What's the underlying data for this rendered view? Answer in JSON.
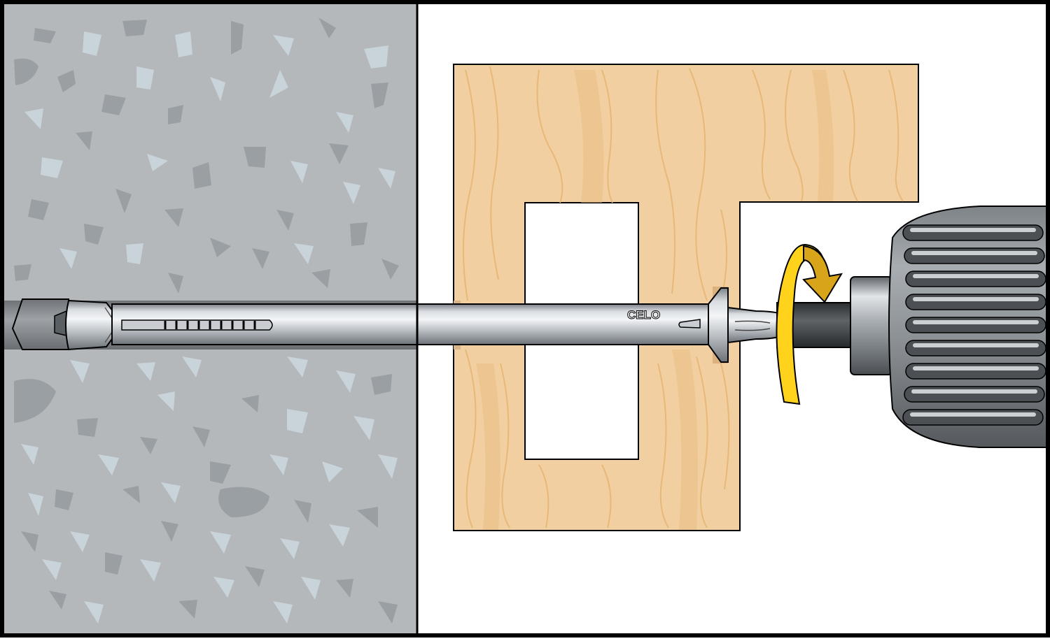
{
  "illustration": {
    "anchor_brand_text": "CELO",
    "parts": {
      "wall": {
        "material": "concrete"
      },
      "fixture": {
        "material": "wood"
      },
      "anchor": {
        "type": "frame-anchor"
      },
      "screw": {
        "type": "screw"
      },
      "drill": {
        "type": "drill-chuck"
      },
      "rotation_arrow": {
        "direction": "clockwise"
      }
    },
    "colors": {
      "frame": "#000000",
      "concrete": "#b5b8bb",
      "concrete_dark_stone": "#9a9fa4",
      "concrete_light_stone": "#c9d3da",
      "wood": "#f2cfa0",
      "wood_grain": "#e7b877",
      "metal_light": "#eceff1",
      "metal_mid": "#b7bcc1",
      "metal_dark": "#6f757b",
      "arrow_yellow": "#ffd21c",
      "arrow_dark_yellow": "#d8a51a",
      "drill_dark": "#4c5054",
      "drill_mid": "#8a8f94",
      "drill_light": "#e3e6e9"
    }
  }
}
